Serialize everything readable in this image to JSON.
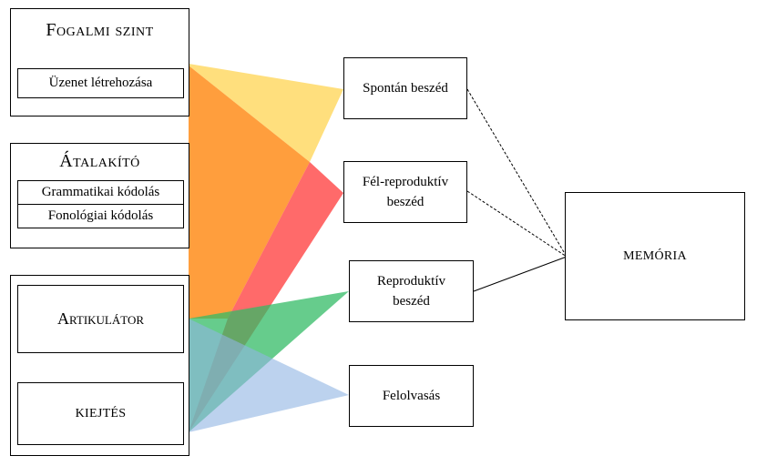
{
  "left": {
    "fogalmi": {
      "title": "Fogalmi szint",
      "inner": "Üzenet létrehozása"
    },
    "atalakito": {
      "title": "Átalakító",
      "inner1": "Grammatikai kódolás",
      "inner2": "Fonológiai kódolás"
    },
    "artikulator": {
      "title": "Artikulátor",
      "kiejtes": "KIEJTÉS"
    }
  },
  "middle": {
    "spontan": "Spontán beszéd",
    "fel_line1": "Fél-reproduktív",
    "fel_line2": "beszéd",
    "rep_line1": "Reproduktív",
    "rep_line2": "beszéd",
    "felolvasas": "Felolvasás"
  },
  "right": {
    "memoria": "MEMÓRIA"
  },
  "colors": {
    "yellow": "#FFD966",
    "orange": "#FF9933",
    "red": "#FF5050",
    "green": "#33BB66",
    "blue": "#8FB4E3",
    "line": "#000000"
  }
}
